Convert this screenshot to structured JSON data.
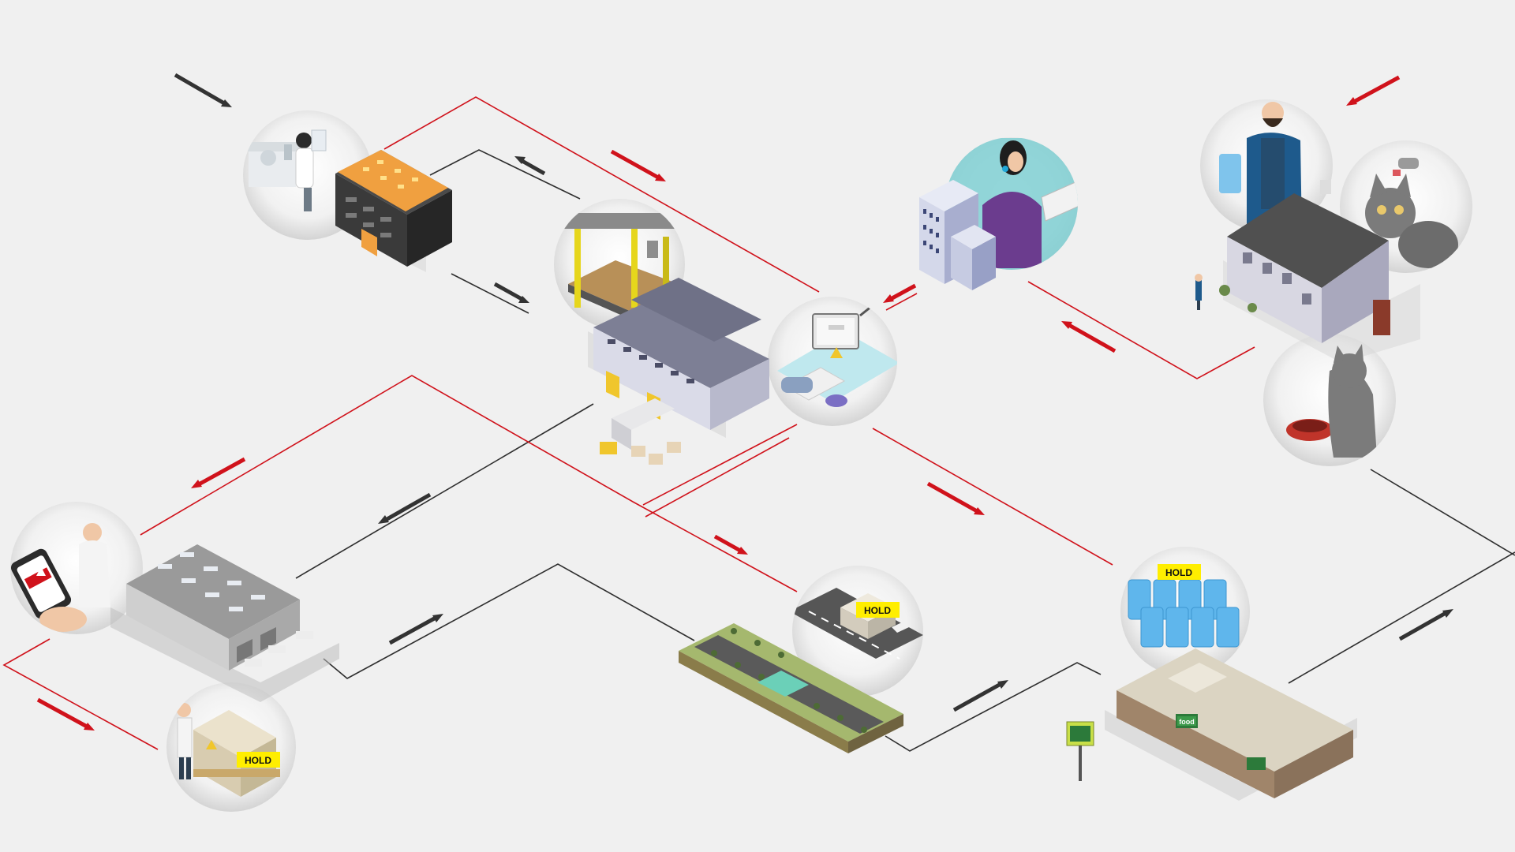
{
  "diagram": {
    "hold_labels": [
      {
        "text": "HOLD"
      },
      {
        "text": "HOLD"
      },
      {
        "text": "HOLD"
      }
    ],
    "store_sign": {
      "text": "food"
    },
    "colors": {
      "background": "#f0f0f0",
      "alert_flow": "#d0121b",
      "normal_flow": "#2f2f2f",
      "hold_badge": "#ffee00",
      "vignette": "#dcdcdc"
    },
    "icons": {
      "lab": "lab-scientist-icon",
      "factory": "factory-building-icon",
      "plant": "processing-plant-icon",
      "workstation": "computer-alert-icon",
      "support": "support-agent-icon",
      "consumer": "consumer-home-icon",
      "cat": "cat-icon",
      "pet_bowl": "cat-food-bowl-icon",
      "warehouse": "distribution-warehouse-icon",
      "mobile_alert": "mobile-alert-icon",
      "pallet": "held-pallet-icon",
      "truck": "truck-on-highway-icon",
      "store": "grocery-store-icon"
    }
  }
}
